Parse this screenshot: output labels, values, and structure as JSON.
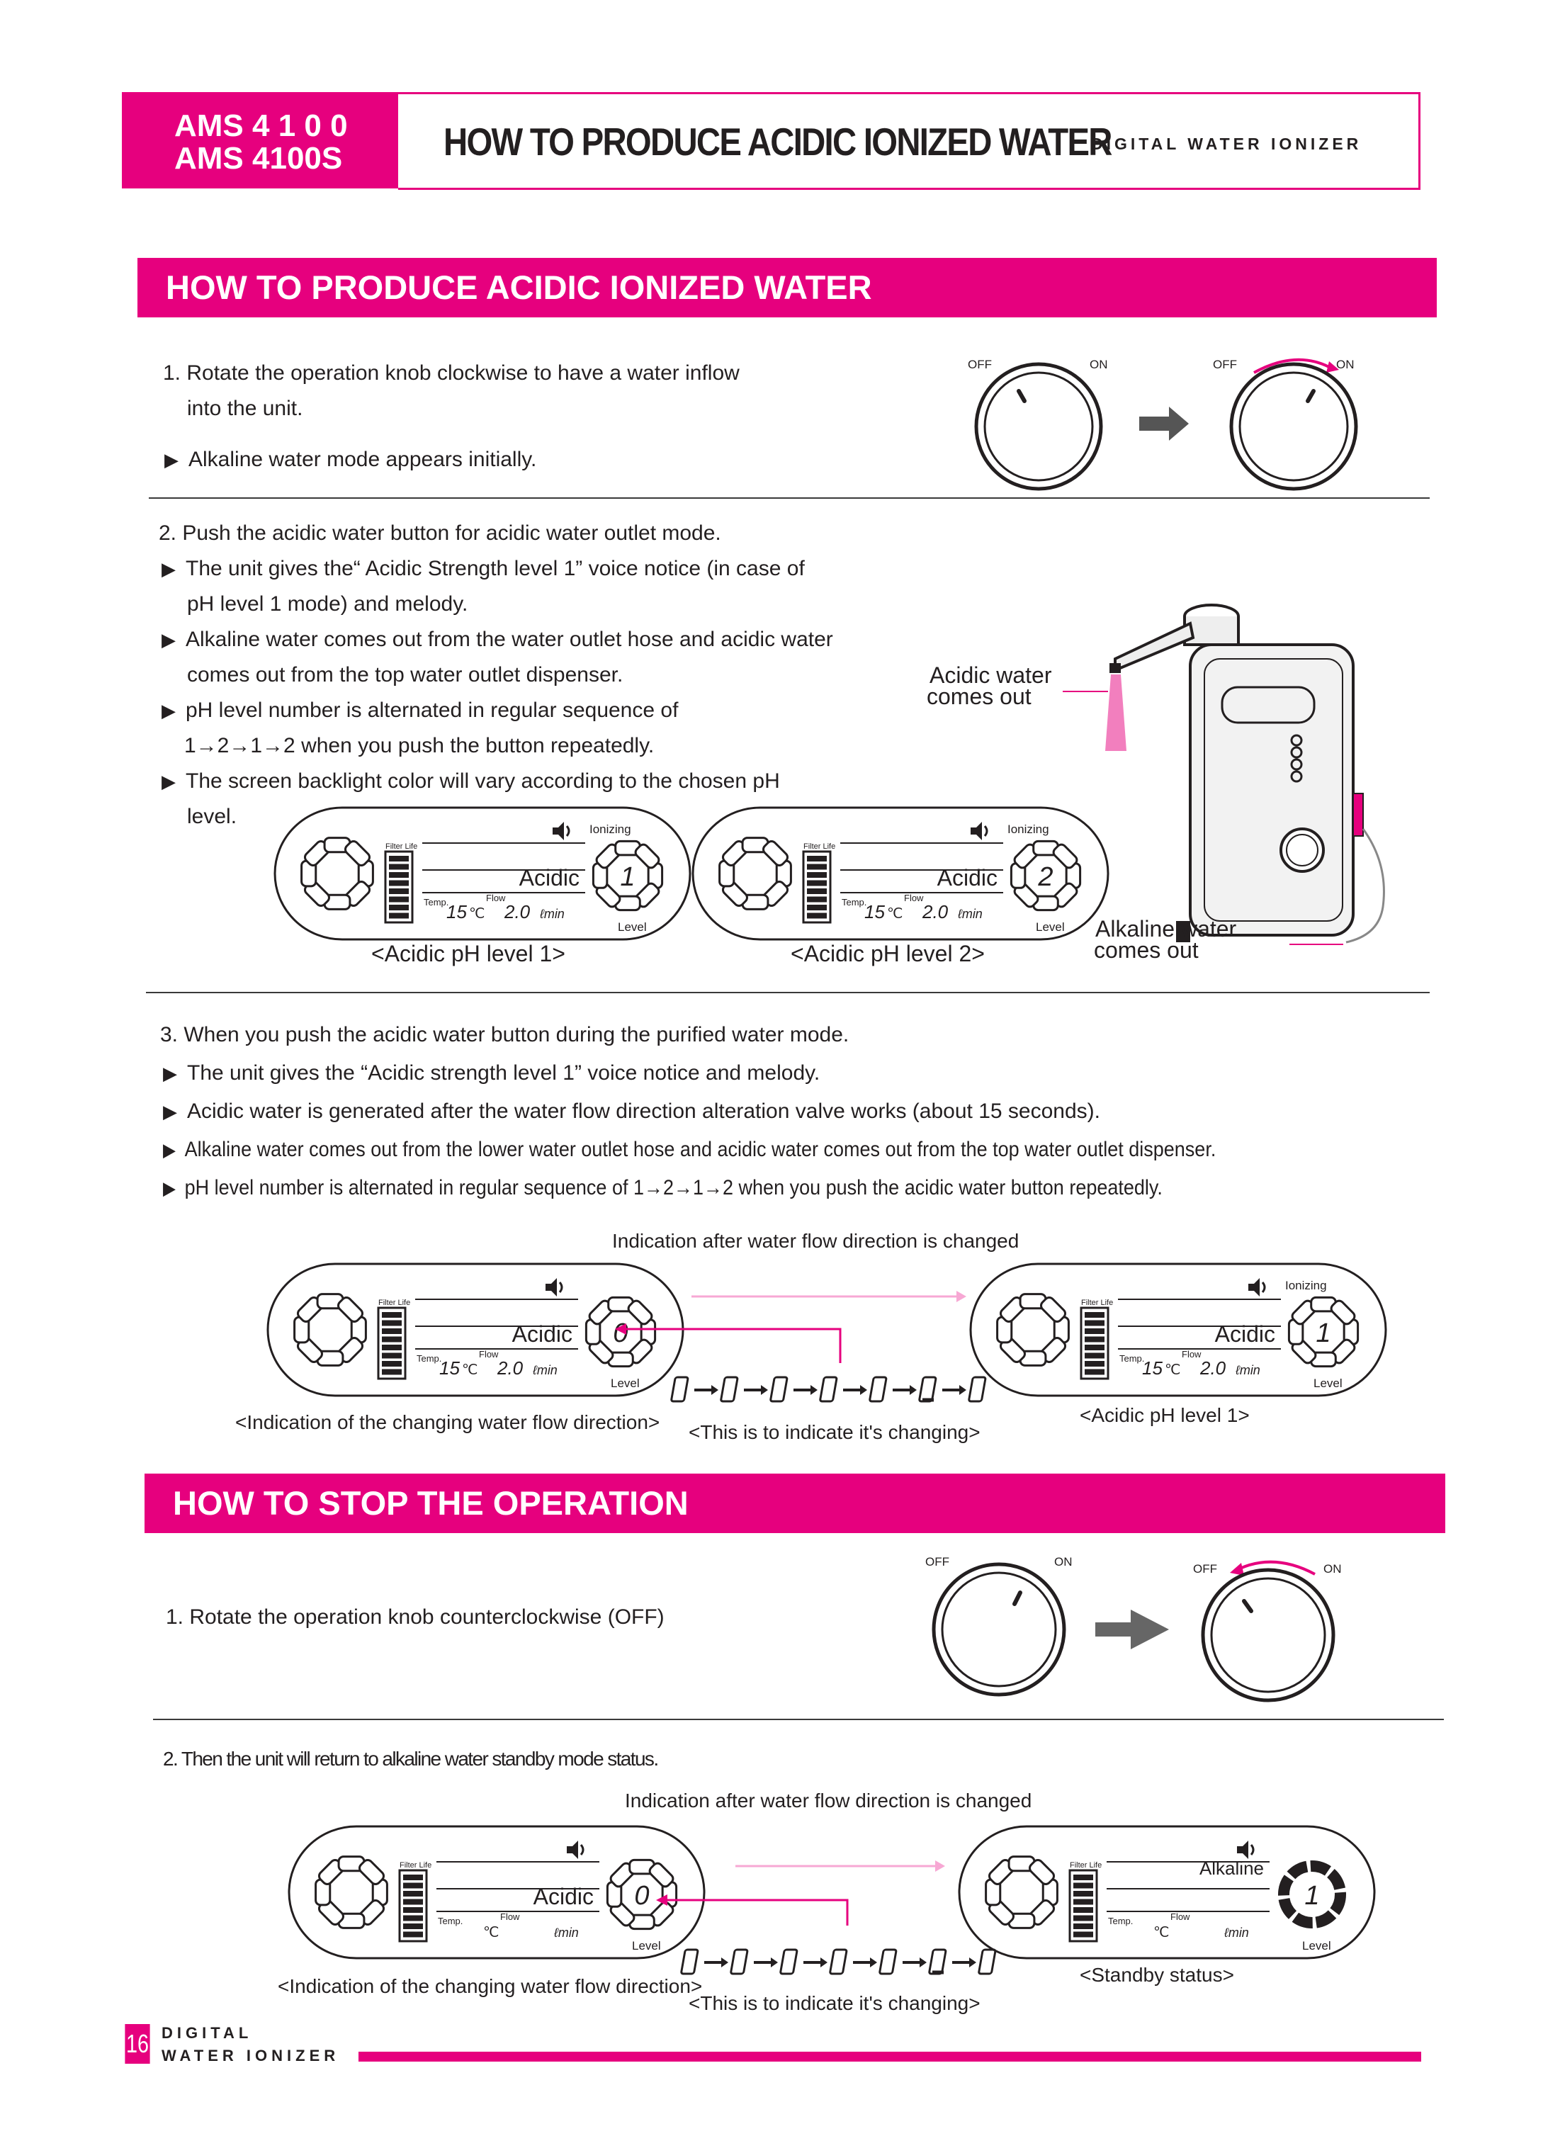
{
  "header": {
    "model_1": "AMS 4 1 0 0",
    "model_2": "AMS 4100S",
    "title": "HOW TO PRODUCE ACIDIC IONIZED WATER",
    "subtitle": "DIGITAL WATER IONIZER"
  },
  "section1": {
    "banner": "HOW TO PRODUCE ACIDIC IONIZED WATER",
    "step1": {
      "line1": "1. Rotate the operation knob clockwise to have a water inflow",
      "line2": "into the unit.",
      "note": "Alkaline water mode appears initially."
    },
    "step2": {
      "line1": "2. Push the acidic water button for acidic water outlet mode.",
      "b1_l1": "The unit gives the“ Acidic Strength level 1” voice notice (in case of",
      "b1_l2": "pH level 1 mode) and melody.",
      "b2_l1": "Alkaline water comes out from the water outlet hose and acidic water",
      "b2_l2": "comes out from the top water outlet dispenser.",
      "b3_l1": "pH level number is alternated in regular sequence of",
      "b3_l2": "1→2→1→2 when you push the button repeatedly.",
      "b4_l1": "The screen backlight color will vary according to the chosen pH",
      "b4_l2": "level."
    },
    "step3": {
      "line1": "3. When you push the acidic water button during the purified water mode.",
      "b1": "The unit gives the “Acidic strength level 1” voice notice and melody.",
      "b2": "Acidic water is generated after the water flow direction alteration valve works (about 15 seconds).",
      "b3": "Alkaline water comes out from the lower water outlet hose and acidic water comes out from the top water outlet dispenser.",
      "b4": "pH level number is alternated in regular sequence of 1→2→1→2 when you push the acidic water button repeatedly."
    },
    "knob": {
      "off": "OFF",
      "on": "ON"
    },
    "device_labels": {
      "acidic_out_1": "Acidic water",
      "acidic_out_2": "comes out",
      "alkaline_out_1": "Alkaline water",
      "alkaline_out_2": "comes out"
    },
    "captions": {
      "ph1": "<Acidic pH level 1>",
      "ph2": "<Acidic pH level 2>",
      "indication_after": "Indication after water flow direction is changed",
      "changing_direction": "<Indication of the changing water flow direction>",
      "indicate_changing": "<This is to indicate it's changing>",
      "ph1_b": "<Acidic pH level 1>"
    }
  },
  "display": {
    "filter_life": "Filter Life",
    "temp": "Temp.",
    "flow": "Flow",
    "temp_value": "15",
    "temp_unit": "℃",
    "flow_value": "2.0",
    "flow_unit": "ℓmin",
    "level": "Level",
    "ionizing": "Ionizing",
    "mode_acidic": "Acidic",
    "mode_alkaline": "Alkaline",
    "digit_1": "1",
    "digit_2": "2",
    "digit_0": "0"
  },
  "section2": {
    "banner": "HOW TO STOP THE OPERATION",
    "step1": "1. Rotate the operation knob counterclockwise (OFF)",
    "step2": "2. Then the unit will return to alkaline water standby mode status.",
    "captions": {
      "indication_after": "Indication after water flow direction is changed",
      "changing_direction": "<Indication of the changing water flow direction>",
      "indicate_changing": "<This is to indicate it's changing>",
      "standby": "<Standby status>"
    }
  },
  "footer": {
    "page": "16",
    "digital": "DIGITAL",
    "water_ionizer": "WATER IONIZER"
  },
  "colors": {
    "accent": "#e6007e",
    "text": "#231f20"
  }
}
